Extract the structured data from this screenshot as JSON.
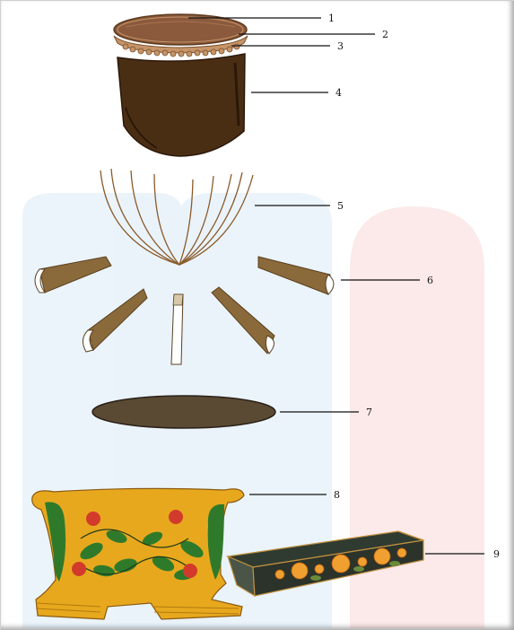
{
  "labels": [
    "1",
    "2",
    "3",
    "4",
    "5",
    "6",
    "7",
    "8",
    "9"
  ],
  "colors": {
    "lid_top": "#8b5a3c",
    "rim": "#b9845f",
    "body": "#4a2e14",
    "hoops": "#8a5a2a",
    "slat": "#8a6a3a",
    "base": "#5a4a34",
    "stand_yellow": "#e8a81e",
    "stand_green": "#2f7a2a",
    "flower_red": "#d23b2b",
    "tray_dark": "#2f3b30",
    "tray_flower": "#f0a030"
  }
}
